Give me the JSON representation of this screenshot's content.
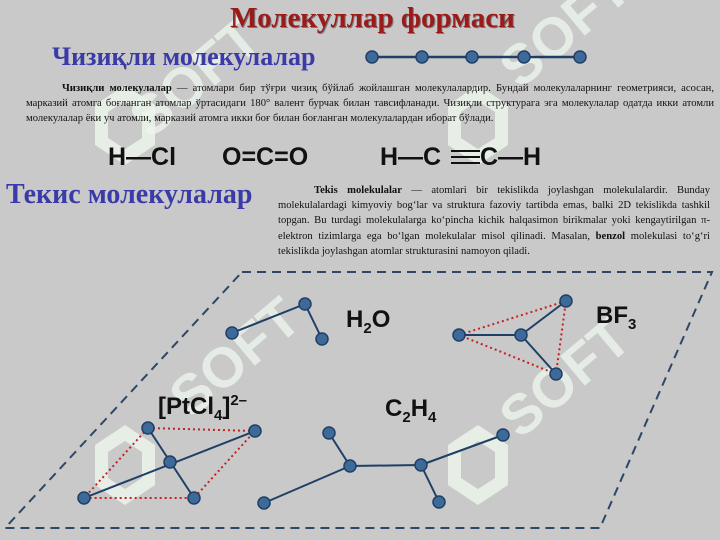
{
  "title": "Молекуллар формаси",
  "linear": {
    "heading": "Чизиқли молекулалар",
    "desc_bold": "Чизиқли молекулалар",
    "desc_rest": " — атомлари бир тўғри чизиқ бўйлаб жойлашган молекулалардир. Бундай молекулаларнинг геометрияси, асосан, марказий атомга боғланган атомлар ўртасидаги 180° валент бурчак билан тавсифланади. Чизиқли структурага эга молекулалар одатда икки атомли молекулалар ёки уч атомли, марказий атомга икки боғ билан боғланган молекулалардан иборат бўлади.",
    "formulas": {
      "hcl": "H—Cl",
      "co2": "O=C=O",
      "c2h2_left": "H—C",
      "c2h2_right": "C—H"
    }
  },
  "flat": {
    "heading": "Текис  молекулалар",
    "desc_bold1": "Tekis molekulalar",
    "desc_part1": " — atomlari bir tekislikda joylashgan molekulalardir. Bunday molekulalardagi kimyoviy bog‘lar va struktura fazoviy tartibda emas, balki 2D tekislikda tashkil topgan. Bu turdagi molekulalarga ko‘pincha kichik halqasimon birikmalar yoki kengaytirilgan π-elektron tizimlarga ega bo‘lgan molekulalar misol qilinadi. Masalan, ",
    "desc_bold2": "benzol",
    "desc_part2": " molekulasi to‘g‘ri tekislikda joylashgan atomlar strukturasini namoyon qiladi."
  },
  "molecules": {
    "h2o": {
      "main": "H",
      "sub": "2",
      "tail": "O"
    },
    "bf3": {
      "main": "BF",
      "sub": "3"
    },
    "ptcl4": {
      "open": "[PtCl",
      "sub": "4",
      "close": "]",
      "charge": "2–"
    },
    "c2h4": {
      "a": "C",
      "sub1": "2",
      "b": "H",
      "sub2": "4"
    }
  },
  "watermark": "SOFT",
  "colors": {
    "background": "#c9c9c9",
    "title": "#9b1b1b",
    "heading": "#3a3aa8",
    "atom": "#3e6a9a",
    "bond": "#1f3f66",
    "dotted": "#c62020",
    "plane": "#2e4766",
    "watermark": "#eef7ee"
  }
}
